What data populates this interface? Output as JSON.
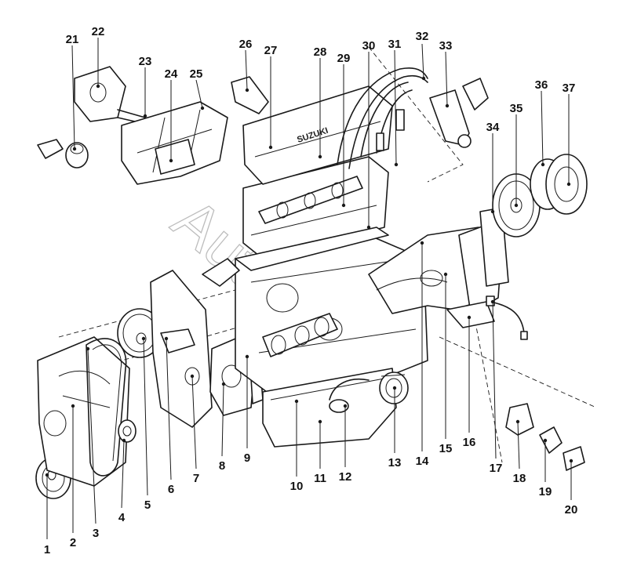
{
  "watermark": "Auto Soft",
  "engine_text": "SUZUKI",
  "part_numbers": [
    "1",
    "2",
    "3",
    "4",
    "5",
    "6",
    "7",
    "8",
    "9",
    "10",
    "11",
    "12",
    "13",
    "14",
    "15",
    "16",
    "17",
    "18",
    "19",
    "20",
    "21",
    "22",
    "23",
    "24",
    "25",
    "26",
    "27",
    "28",
    "29",
    "30",
    "31",
    "32",
    "33",
    "34",
    "35",
    "36",
    "37"
  ]
}
